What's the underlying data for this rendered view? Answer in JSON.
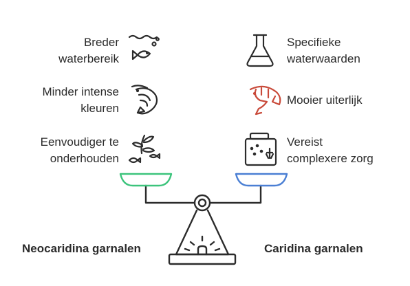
{
  "left": {
    "title": "Neocaridina garnalen",
    "items": [
      {
        "line1": "Breder",
        "line2": "waterbereik",
        "icon": "water-fish-icon"
      },
      {
        "line1": "Minder intense",
        "line2": "kleuren",
        "icon": "shrimp-outline-icon"
      },
      {
        "line1": "Eenvoudiger te",
        "line2": "onderhouden",
        "icon": "plants-fish-icon"
      }
    ]
  },
  "right": {
    "title": "Caridina garnalen",
    "items": [
      {
        "line1": "Specifieke",
        "line2": "waterwaarden",
        "icon": "flask-icon"
      },
      {
        "line1": "Mooier uiterlijk",
        "line2": "",
        "icon": "red-shrimp-icon"
      },
      {
        "line1": "Vereist",
        "line2": "complexere zorg",
        "icon": "aquarium-icon"
      }
    ]
  },
  "colors": {
    "left_pan": "#3cc47c",
    "right_pan": "#4a7fd4",
    "shrimp_red": "#c94a3a",
    "stroke": "#2b2b2b"
  }
}
